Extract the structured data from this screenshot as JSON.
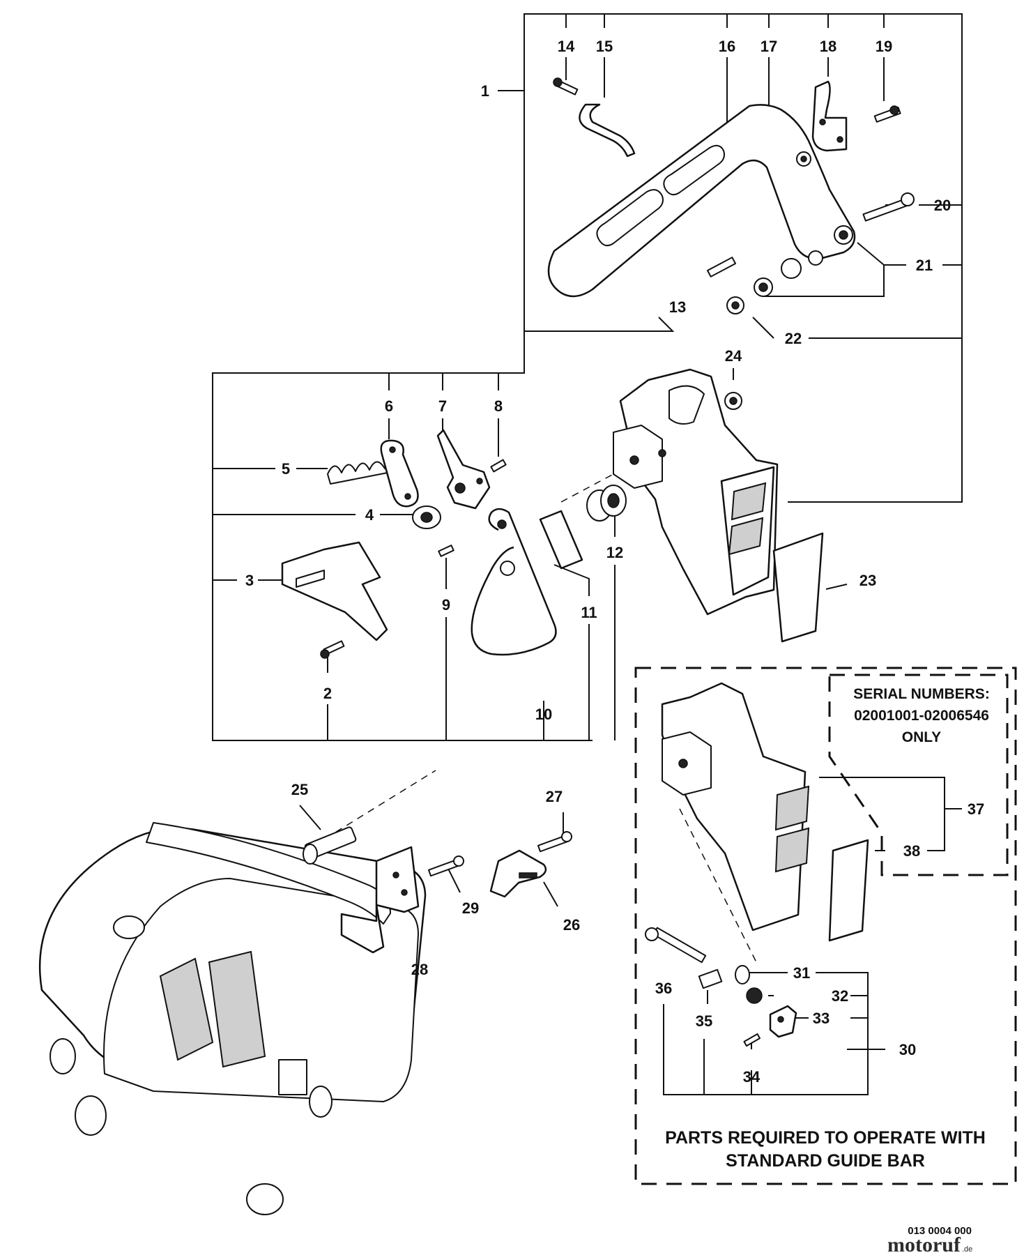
{
  "diagram": {
    "callouts": [
      "1",
      "2",
      "3",
      "4",
      "5",
      "6",
      "7",
      "8",
      "9",
      "10",
      "11",
      "12",
      "13",
      "14",
      "15",
      "16",
      "17",
      "18",
      "19",
      "20",
      "21",
      "22",
      "23",
      "24",
      "25",
      "26",
      "27",
      "28",
      "29",
      "30",
      "31",
      "32",
      "33",
      "34",
      "35",
      "36",
      "37",
      "38"
    ],
    "serial_note": [
      "SERIAL NUMBERS:",
      "02001001-02006546",
      "ONLY"
    ],
    "box_caption": [
      "PARTS REQUIRED TO OPERATE WITH",
      "STANDARD GUIDE BAR"
    ],
    "drawing_number": "013 0004 000",
    "watermark": {
      "name": "motoruf",
      "suffix": ".de"
    }
  }
}
